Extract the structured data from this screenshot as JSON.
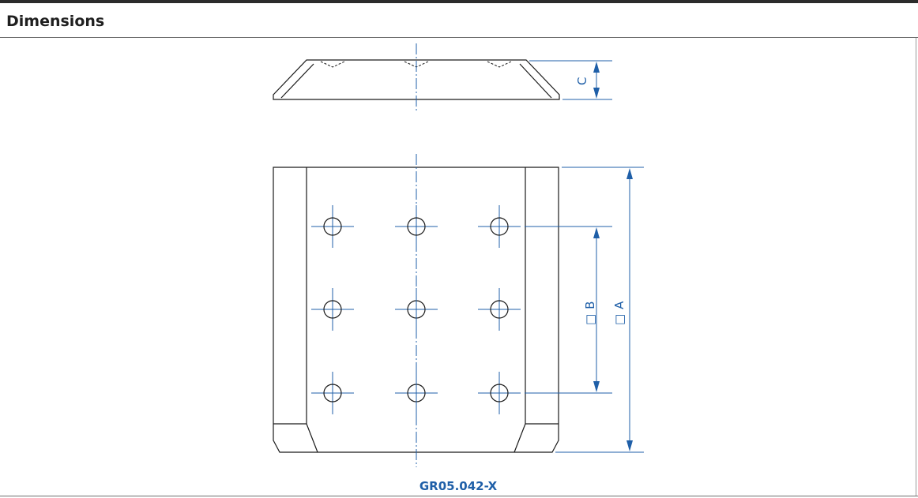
{
  "section": {
    "title": "Dimensions"
  },
  "drawing": {
    "part_number": "GR05.042-X",
    "dimension_labels": {
      "a": "A",
      "b": "B",
      "c": "C"
    },
    "square_symbol": "□",
    "hole_grid": {
      "rows": 3,
      "columns": 3
    },
    "colors": {
      "outline": "#1a1a1a",
      "dimension": "#1f5fa8",
      "rule": "#2b2b2b"
    }
  }
}
